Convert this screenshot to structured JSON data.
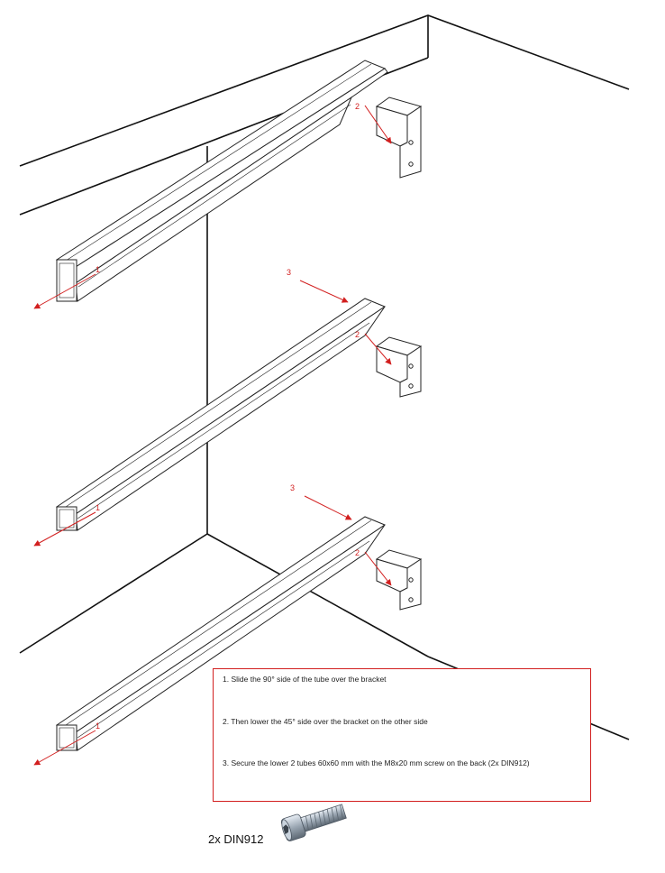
{
  "callouts": {
    "n1": "1",
    "n2": "2",
    "n3": "3"
  },
  "instructions": {
    "step1": "1. Slide the 90° side of the tube over the bracket",
    "step2": "2. Then lower the 45° side over the bracket on the other side",
    "step3": "3. Secure the lower 2 tubes 60x60 mm with the M8x20 mm screw on the back (2x DIN912)"
  },
  "part": {
    "label": "2x DIN912",
    "icon": "socket-head-screw-icon"
  },
  "colors": {
    "line": "#111111",
    "annotation": "#d21f1f"
  }
}
